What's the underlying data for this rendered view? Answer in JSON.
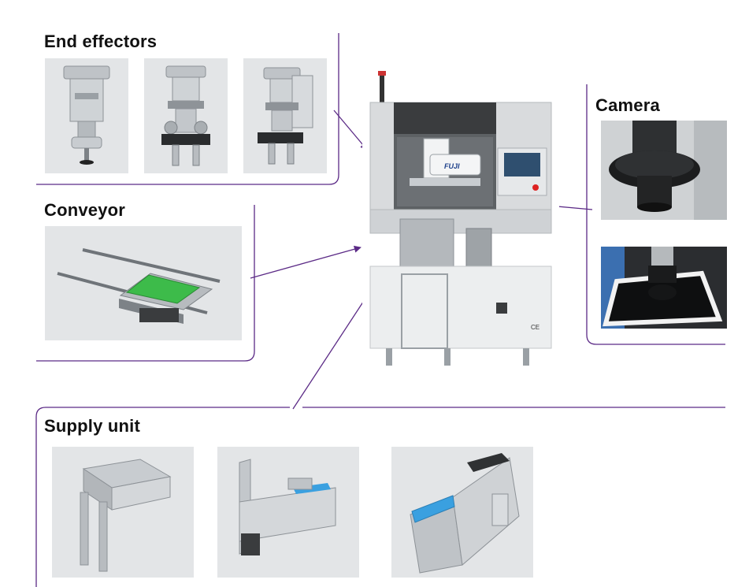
{
  "sections": {
    "end_effectors": {
      "title": "End effectors"
    },
    "conveyor": {
      "title": "Conveyor"
    },
    "camera": {
      "title": "Camera"
    },
    "supply_unit": {
      "title": "Supply unit"
    }
  },
  "machine": {
    "brand_label": "FUJI",
    "ce_mark": "CE"
  },
  "colors": {
    "accent": "#5b2a86",
    "photo_background": "#e3e5e7",
    "conveyor_board": "#3dbb4a",
    "feeder_tray": "#3aa0e0"
  }
}
